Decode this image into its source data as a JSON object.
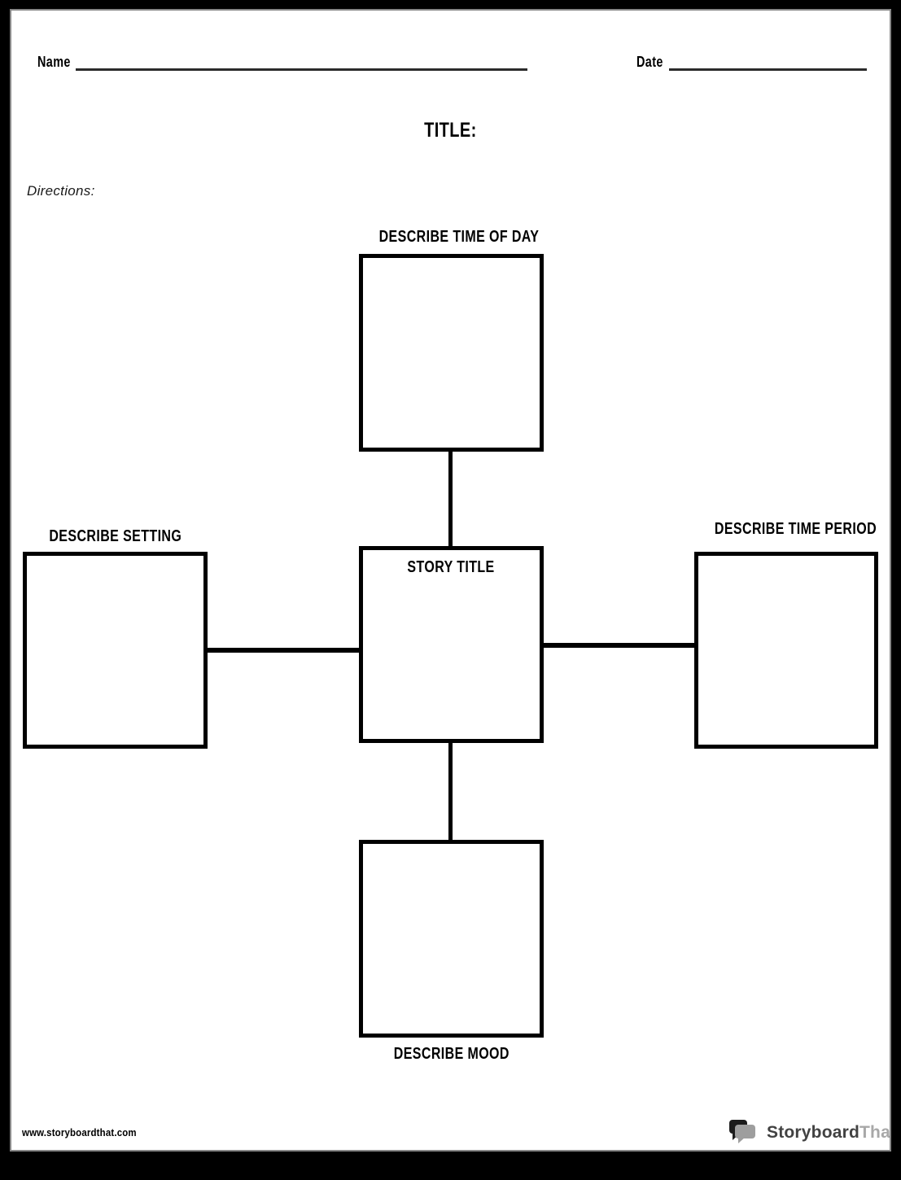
{
  "worksheet": {
    "header": {
      "name_label": "Name",
      "date_label": "Date",
      "title_label": "TITLE:",
      "directions_label": "Directions:"
    },
    "diagram": {
      "top_label": "DESCRIBE TIME OF DAY",
      "left_label": "DESCRIBE SETTING",
      "center_label": "STORY TITLE",
      "right_label": "DESCRIBE TIME PERIOD",
      "bottom_label": "DESCRIBE MOOD"
    },
    "footer": {
      "url": "www.storyboardthat.com",
      "logo_part1": "Storyboard",
      "logo_part2": "That"
    },
    "colors": {
      "ink": "#000000",
      "underline": "#2b2b2b",
      "frame": "#000000",
      "page_border": "#888888",
      "logo_bubble_black": "#1c1c1c",
      "logo_bubble_gray": "#9e9e9e",
      "logo_text_dark": "#424242",
      "logo_text_light": "#a8a8a8"
    }
  }
}
